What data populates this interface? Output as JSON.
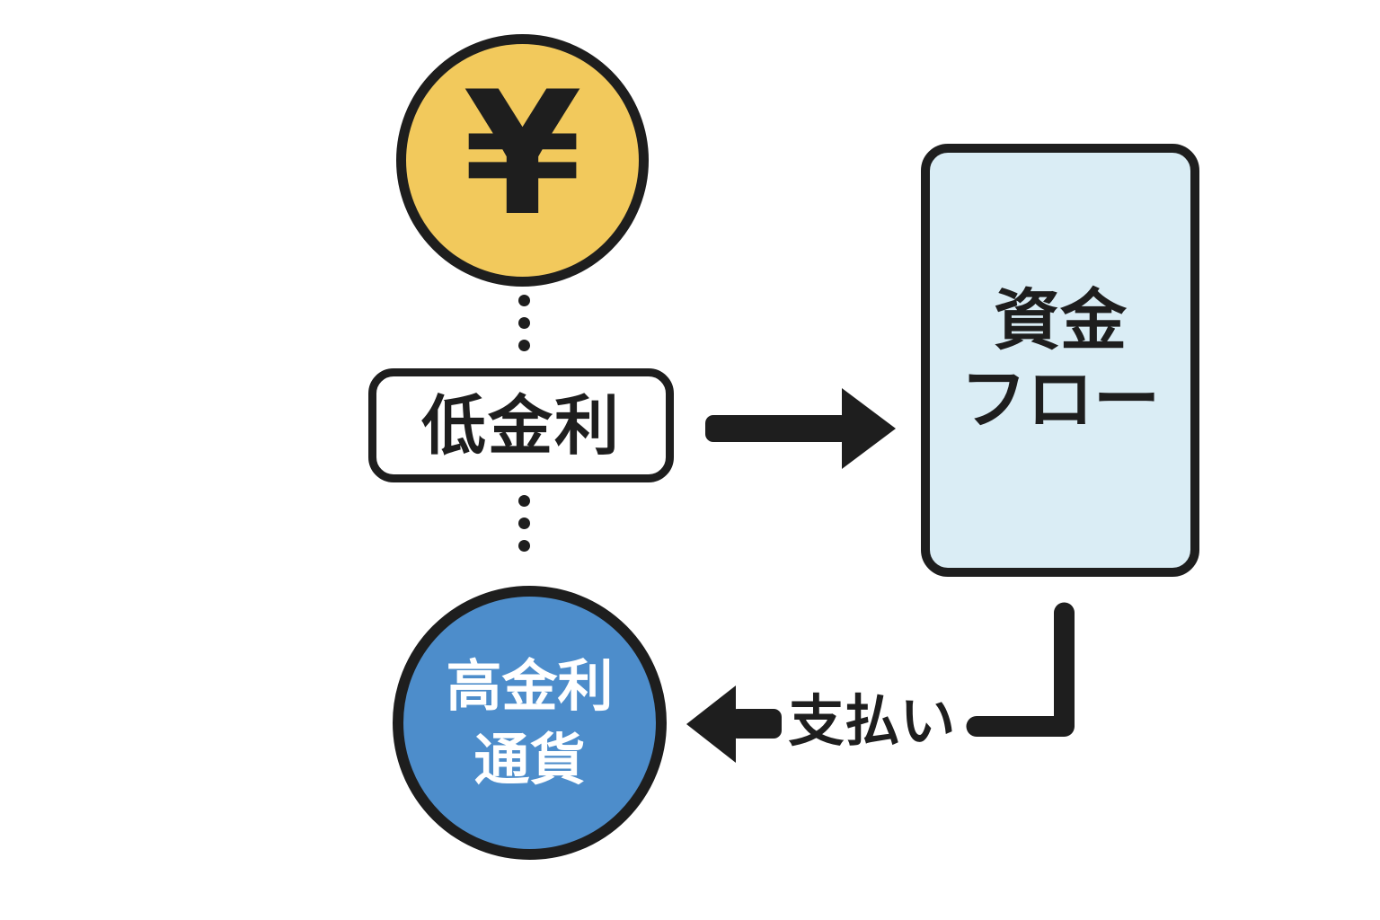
{
  "colors": {
    "ink": "#1e1e1e",
    "coin_fill": "#F2C95C",
    "card_fill": "#DAEDF5",
    "circle_fill": "#4D8DCB",
    "paper": "#ffffff",
    "circle_text": "#ffffff"
  },
  "coin": {
    "symbol": "¥"
  },
  "low_rate_box": {
    "label": "低金利"
  },
  "fund_flow_card": {
    "line1": "資金",
    "line2": "フロー"
  },
  "payment": {
    "label": "支払い"
  },
  "high_rate_circle": {
    "line1": "高金利",
    "line2": "通貨"
  }
}
